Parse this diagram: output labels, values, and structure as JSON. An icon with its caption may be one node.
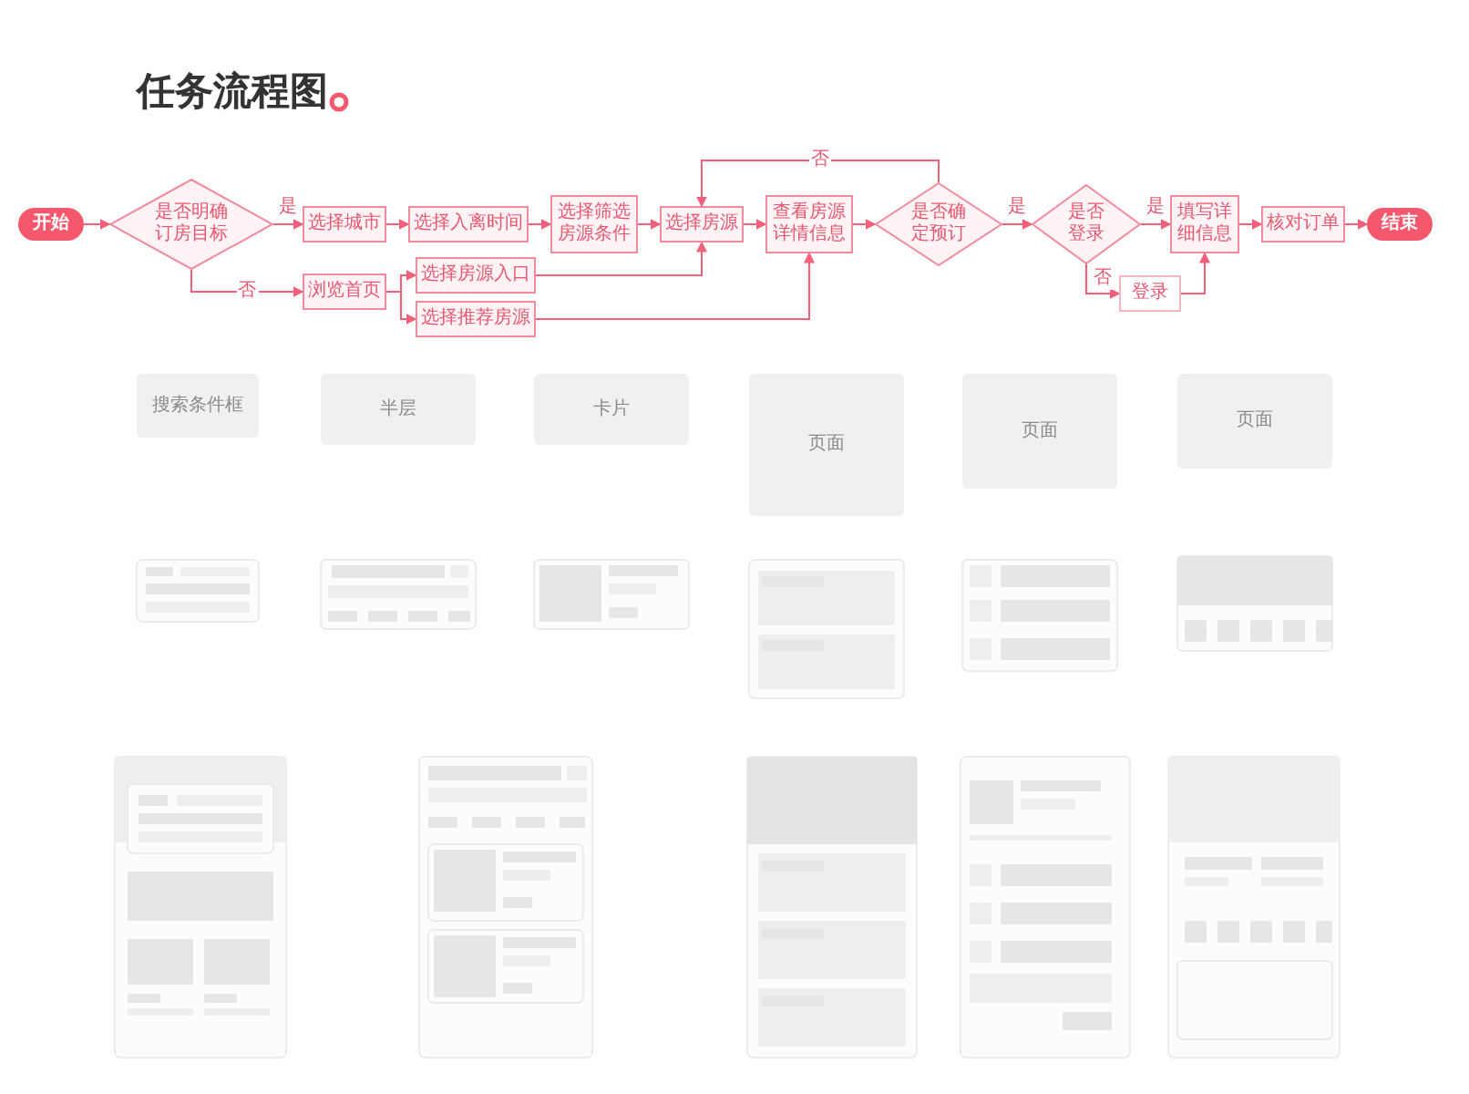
{
  "diagram": {
    "title": "任务流程图",
    "nodes": [
      {
        "text": [
          "开始"
        ]
      },
      {
        "text": [
          "是否明确订房目标"
        ]
      },
      {
        "text": [
          "选择城市"
        ]
      },
      {
        "text": [
          "选择入离时间"
        ]
      },
      {
        "text": [
          "选择筛选房源条件"
        ]
      },
      {
        "text": [
          "选择房源"
        ]
      },
      {
        "text": [
          "查看房源详情信息"
        ]
      },
      {
        "text": [
          "是否确定预订"
        ]
      },
      {
        "text": [
          "是否登录"
        ]
      },
      {
        "text": [
          "填写详细信息"
        ]
      },
      {
        "text": [
          "核对订单"
        ]
      },
      {
        "text": [
          "结束"
        ]
      },
      {
        "text": [
          "浏览首页"
        ]
      },
      {
        "text": [
          "选择房源入口"
        ]
      },
      {
        "text": [
          "选择推荐房源"
        ]
      },
      {
        "text": [
          "登录"
        ]
      },
      {
        "text": [
          "搜索条件框"
        ]
      },
      {
        "text": [
          "半层"
        ]
      },
      {
        "text": [
          "卡片"
        ]
      },
      {
        "text": [
          "页面"
        ]
      },
      {
        "text": [
          "页面"
        ]
      },
      {
        "text": [
          "页面"
        ]
      }
    ],
    "edges": [
      {
        "from": 0,
        "to": 1,
        "arrow": "to"
      },
      {
        "from": 1,
        "to": 2,
        "arrow": "to",
        "label": "是"
      },
      {
        "from": 2,
        "to": 3,
        "arrow": "to"
      },
      {
        "from": 3,
        "to": 4,
        "arrow": "to"
      },
      {
        "from": 4,
        "to": 5,
        "arrow": "to"
      },
      {
        "from": 5,
        "to": 6,
        "arrow": "to"
      },
      {
        "from": 6,
        "to": 7,
        "arrow": "to"
      },
      {
        "from": 7,
        "to": 8,
        "arrow": "to",
        "label": "是"
      },
      {
        "from": 8,
        "to": 9,
        "arrow": "to",
        "label": "是"
      },
      {
        "from": 9,
        "to": 10,
        "arrow": "to"
      },
      {
        "from": 10,
        "to": 11,
        "arrow": "to"
      },
      {
        "from": 1,
        "to": 12,
        "arrow": "to",
        "label": "否"
      },
      {
        "from": 12,
        "to": 13,
        "arrow": "to"
      },
      {
        "from": 12,
        "to": 14,
        "arrow": "to"
      },
      {
        "from": 13,
        "to": 5,
        "arrow": "to"
      },
      {
        "from": 14,
        "to": 6,
        "arrow": "to"
      },
      {
        "from": 7,
        "to": 5,
        "arrow": "to",
        "label": "否"
      },
      {
        "from": 8,
        "to": 15,
        "arrow": "to",
        "label": "否"
      },
      {
        "from": 15,
        "to": 9,
        "arrow": "to"
      }
    ]
  }
}
